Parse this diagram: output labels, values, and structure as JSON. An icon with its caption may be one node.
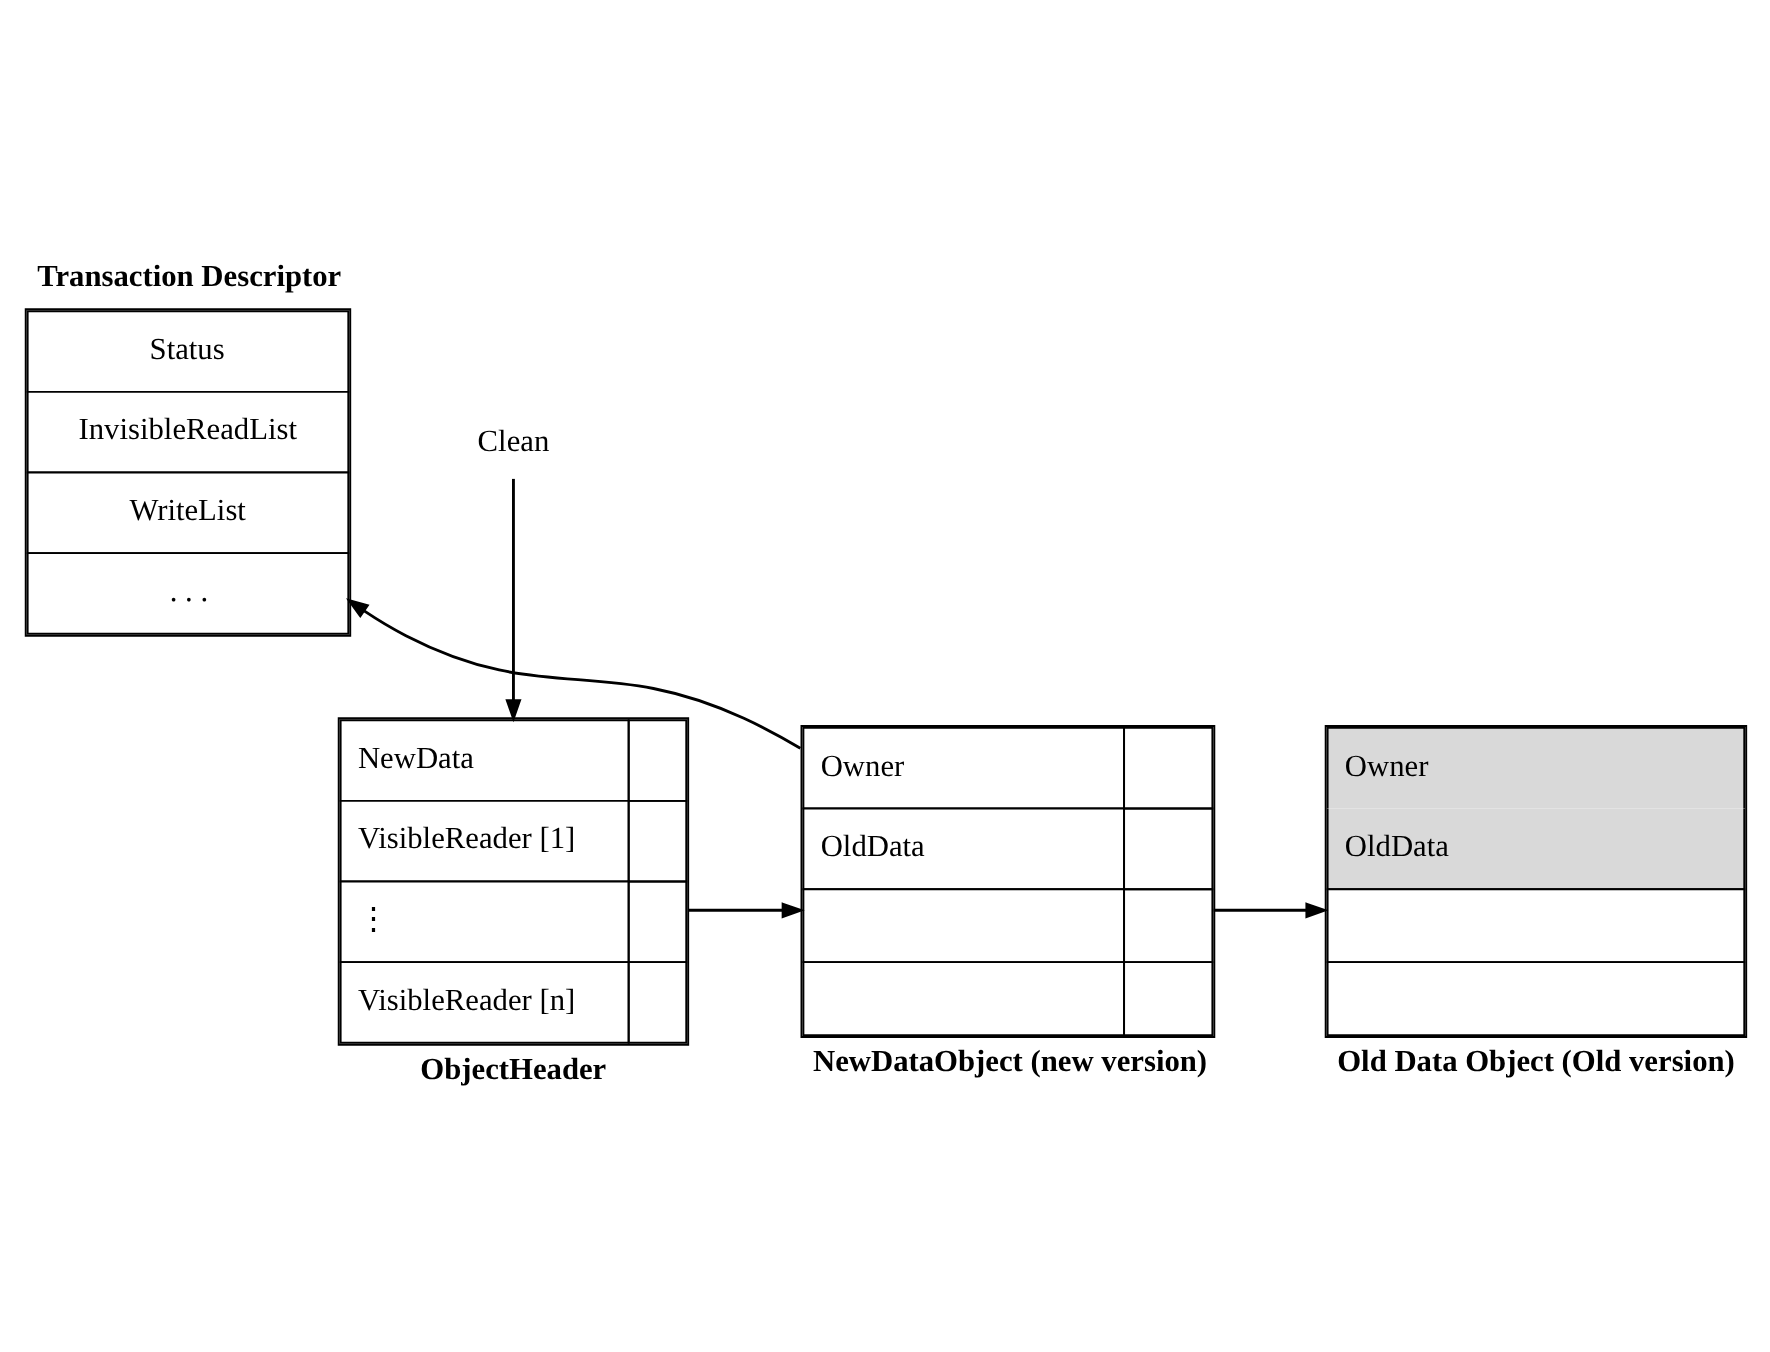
{
  "diagram": {
    "nodes": [
      {
        "text": [
          "Transaction Descriptor",
          "Status",
          "InvisibleReadList",
          "WriteList",
          ". . ."
        ]
      },
      {
        "text": [
          "Clean"
        ]
      },
      {
        "text": [
          "NewData",
          "VisibleReader [1]",
          "⋮",
          "VisibleReader [n]",
          "ObjectHeader"
        ]
      },
      {
        "text": [
          "Owner",
          "OldData",
          "NewDataObject (new version)"
        ]
      },
      {
        "text": [
          "Owner",
          "OldData",
          "Old Data Object (Old version)"
        ]
      }
    ],
    "edges": [
      {
        "from": 1,
        "to": 2,
        "arrow": "to"
      },
      {
        "from": 2,
        "to": 3,
        "arrow": "to"
      },
      {
        "from": 3,
        "to": 0,
        "arrow": "to"
      },
      {
        "from": 3,
        "to": 4,
        "arrow": "to"
      }
    ]
  }
}
